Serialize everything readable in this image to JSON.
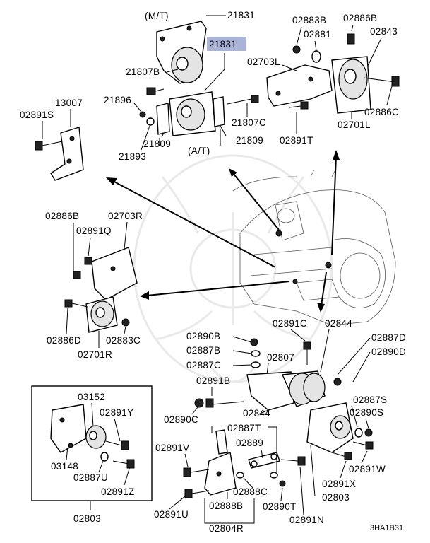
{
  "labels": {
    "mt": "(M/T)",
    "at": "(A/T)",
    "p21831a": "21831",
    "p21831b": "21831",
    "p21807b": "21807B",
    "p21896": "21896",
    "p21893": "21893",
    "p21809a": "21809",
    "p21809b": "21809",
    "p21807c": "21807C",
    "p02883b": "02883B",
    "p02886b_top": "02886B",
    "p02881": "02881",
    "p02843": "02843",
    "p02703l": "02703L",
    "p02886c": "02886C",
    "p02701l": "02701L",
    "p02891t": "02891T",
    "p13007": "13007",
    "p02891s": "02891S",
    "p02886b_left": "02886B",
    "p02703r": "02703R",
    "p02891q": "02891Q",
    "p02886d": "02886D",
    "p02883c": "02883C",
    "p02701r": "02701R",
    "p02890b": "02890B",
    "p02891c": "02891C",
    "p02844a": "02844",
    "p02887d": "02887D",
    "p02887b": "02887B",
    "p02890d": "02890D",
    "p02887c": "02887C",
    "p02807": "02807",
    "p02891b": "02891B",
    "p02887s": "02887S",
    "p02890s": "02890S",
    "p02890c": "02890C",
    "p02844b": "02844",
    "p02887t": "02887T",
    "p02889": "02889",
    "p02891v": "02891V",
    "p02891w": "02891W",
    "p02888c": "02888C",
    "p02891x": "02891X",
    "p02890t": "02890T",
    "p02803_right": "02803",
    "p02888b": "02888B",
    "p02891u": "02891U",
    "p02891n": "02891N",
    "p02804r": "02804R",
    "p03152": "03152",
    "p02891y": "02891Y",
    "p03148": "03148",
    "p02887u": "02887U",
    "p02891z": "02891Z",
    "p02803_box": "02803",
    "code": "3HA1B31"
  },
  "colors": {
    "highlight": "#aab4d8",
    "line": "#000000",
    "watermark": "#e9e9e9"
  }
}
